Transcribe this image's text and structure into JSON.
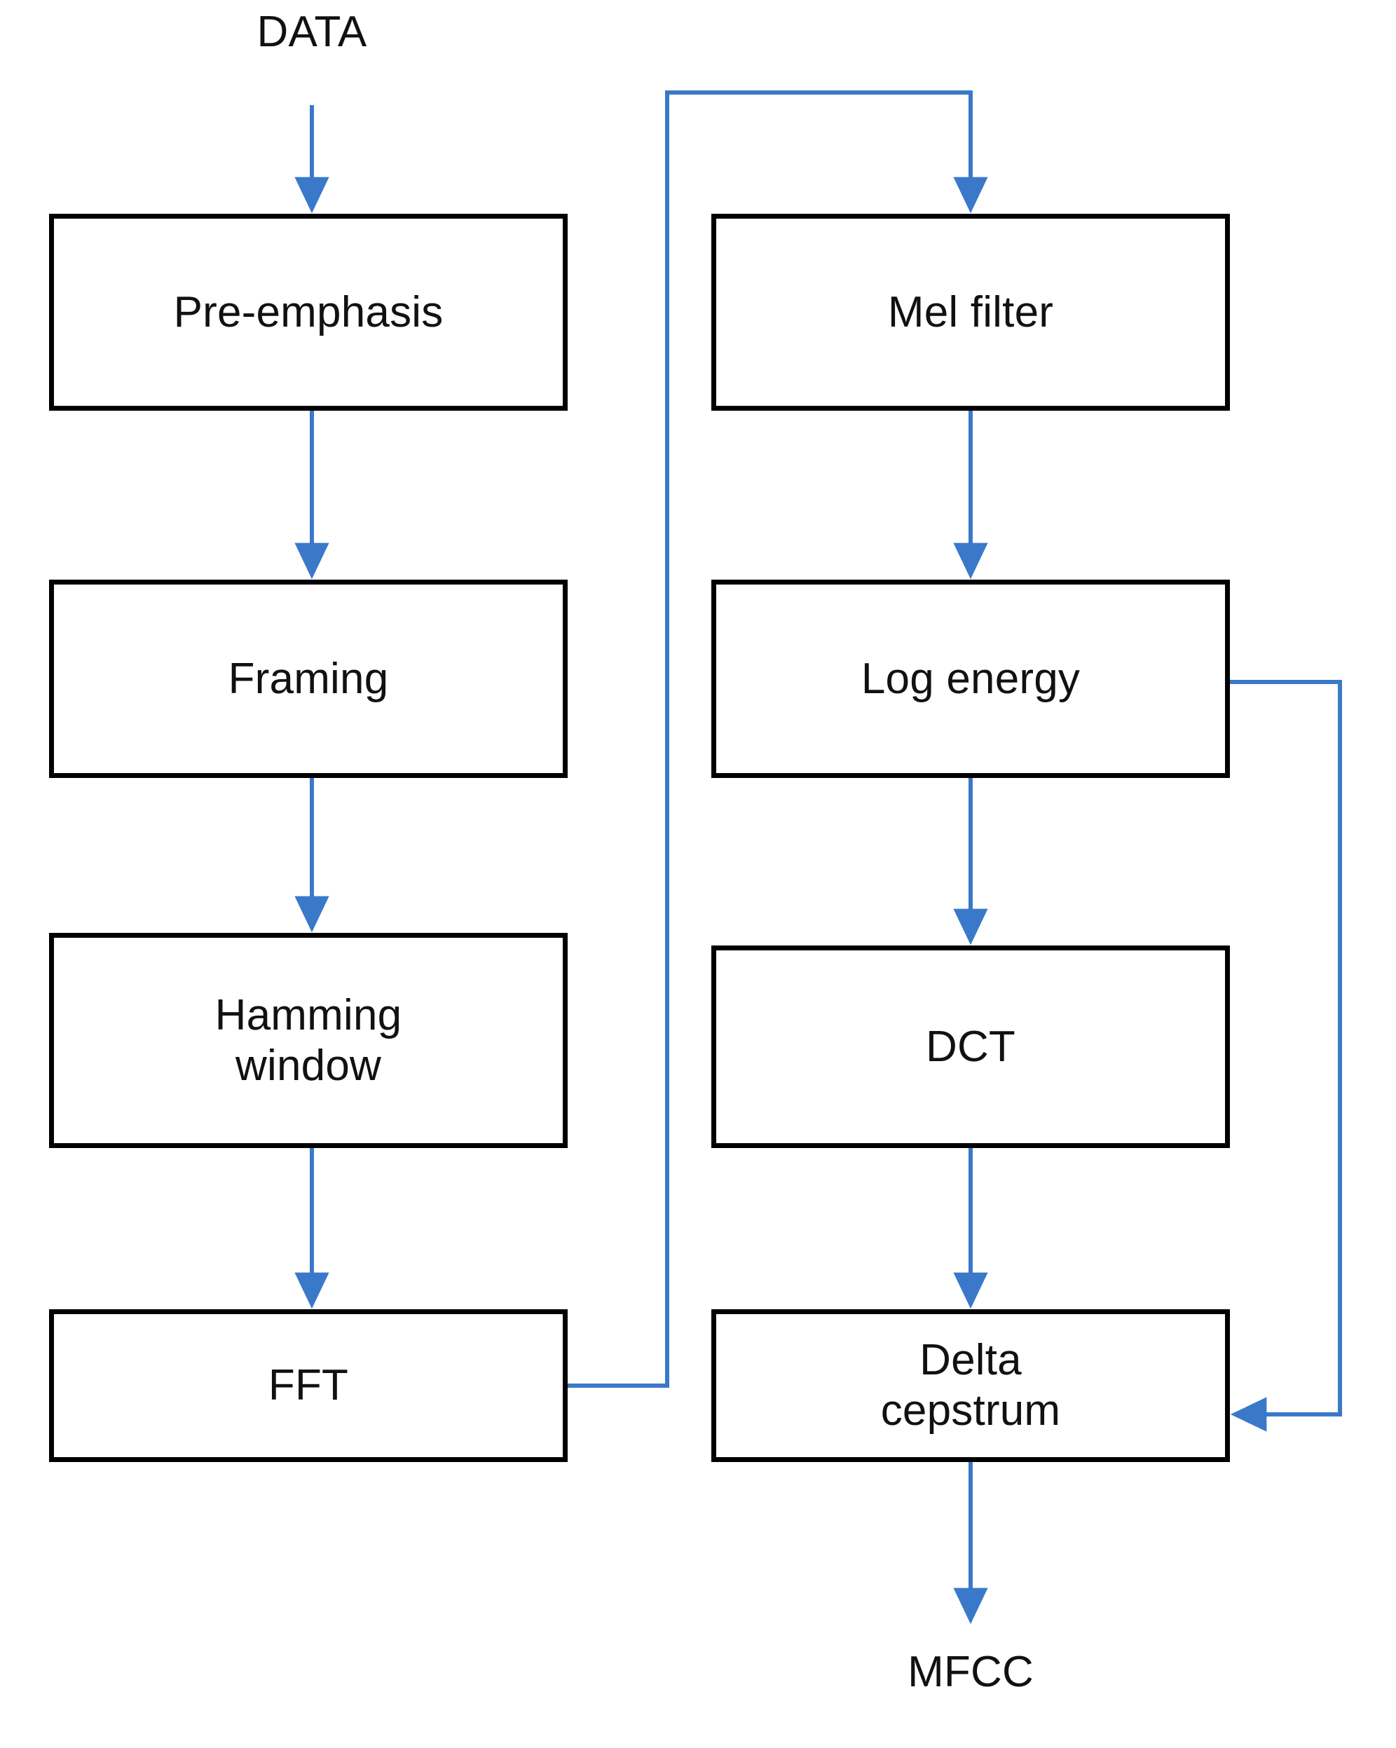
{
  "diagram": {
    "title": "MFCC feature extraction flowchart",
    "accent_color": "#3a79c9",
    "box_border_color": "#000000",
    "background_color": "#ffffff",
    "text_color": "#111111"
  },
  "labels": {
    "input": "DATA",
    "output": "MFCC"
  },
  "nodes": [
    {
      "id": "pre-emphasis",
      "label": "Pre-emphasis",
      "column": "left",
      "order": 1
    },
    {
      "id": "framing",
      "label": "Framing",
      "column": "left",
      "order": 2
    },
    {
      "id": "hamming-window",
      "label": "Hamming\nwindow",
      "column": "left",
      "order": 3
    },
    {
      "id": "fft",
      "label": "FFT",
      "column": "left",
      "order": 4
    },
    {
      "id": "mel-filter",
      "label": "Mel filter",
      "column": "right",
      "order": 1
    },
    {
      "id": "log-energy",
      "label": "Log energy",
      "column": "right",
      "order": 2
    },
    {
      "id": "dct",
      "label": "DCT",
      "column": "right",
      "order": 3
    },
    {
      "id": "delta-cepstrum",
      "label": "Delta\ncepstrum",
      "column": "right",
      "order": 4
    }
  ],
  "edges": [
    {
      "id": "data-to-pre-emphasis",
      "from": "DATA",
      "to": "Pre-emphasis",
      "arrow": true
    },
    {
      "id": "pre-emphasis-to-framing",
      "from": "Pre-emphasis",
      "to": "Framing",
      "arrow": true
    },
    {
      "id": "framing-to-hamming",
      "from": "Framing",
      "to": "Hamming window",
      "arrow": true
    },
    {
      "id": "hamming-to-fft",
      "from": "Hamming window",
      "to": "FFT",
      "arrow": true
    },
    {
      "id": "fft-to-mel-filter",
      "from": "FFT",
      "to": "Mel filter",
      "arrow": true
    },
    {
      "id": "mel-filter-to-log-energy",
      "from": "Mel filter",
      "to": "Log energy",
      "arrow": true
    },
    {
      "id": "log-energy-to-dct",
      "from": "Log energy",
      "to": "DCT",
      "arrow": true
    },
    {
      "id": "dct-to-delta-cepstrum",
      "from": "DCT",
      "to": "Delta cepstrum",
      "arrow": true
    },
    {
      "id": "log-energy-to-delta-cepstrum",
      "from": "Log energy",
      "to": "Delta cepstrum",
      "arrow": true
    },
    {
      "id": "delta-cepstrum-to-mfcc",
      "from": "Delta cepstrum",
      "to": "MFCC",
      "arrow": true
    }
  ]
}
